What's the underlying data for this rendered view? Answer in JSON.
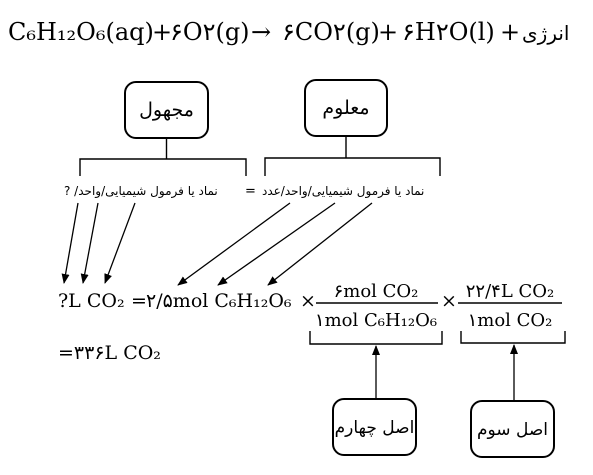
{
  "equation": {
    "reactant_1": "C₆H₁₂O₆(aq)",
    "plus_1": "+",
    "reactant_2": "۶O۲(g)",
    "arrow": "→",
    "product_1": "۶CO۲(g)",
    "plus_2": "+",
    "product_2": "۶H۲O(l)",
    "plus_3": "+",
    "energy": "انرژی"
  },
  "labels": {
    "unknown_box": "مجهول",
    "known_box": "معلوم",
    "unknown_desc": "? /نماد یا فرمول شیمیایی/واحد",
    "known_desc": "نماد یا فرمول شیمیایی/واحد/عدد",
    "equals_sign": "=",
    "fourth_principle": "اصل چهارم",
    "third_principle": "اصل سوم"
  },
  "calculation": {
    "unknown_term": "?L CO₂",
    "equals": "=",
    "given_term": "۲/۵mol C₆H₁₂O₆",
    "times_1": "×",
    "fraction_1_numerator": "۶mol CO₂",
    "fraction_1_denominator": "۱mol C₆H₁₂O₆",
    "times_2": "×",
    "fraction_2_numerator": "۲۲/۴L CO₂",
    "fraction_2_denominator": "۱mol CO₂",
    "result": "=۳۳۶L CO₂"
  }
}
